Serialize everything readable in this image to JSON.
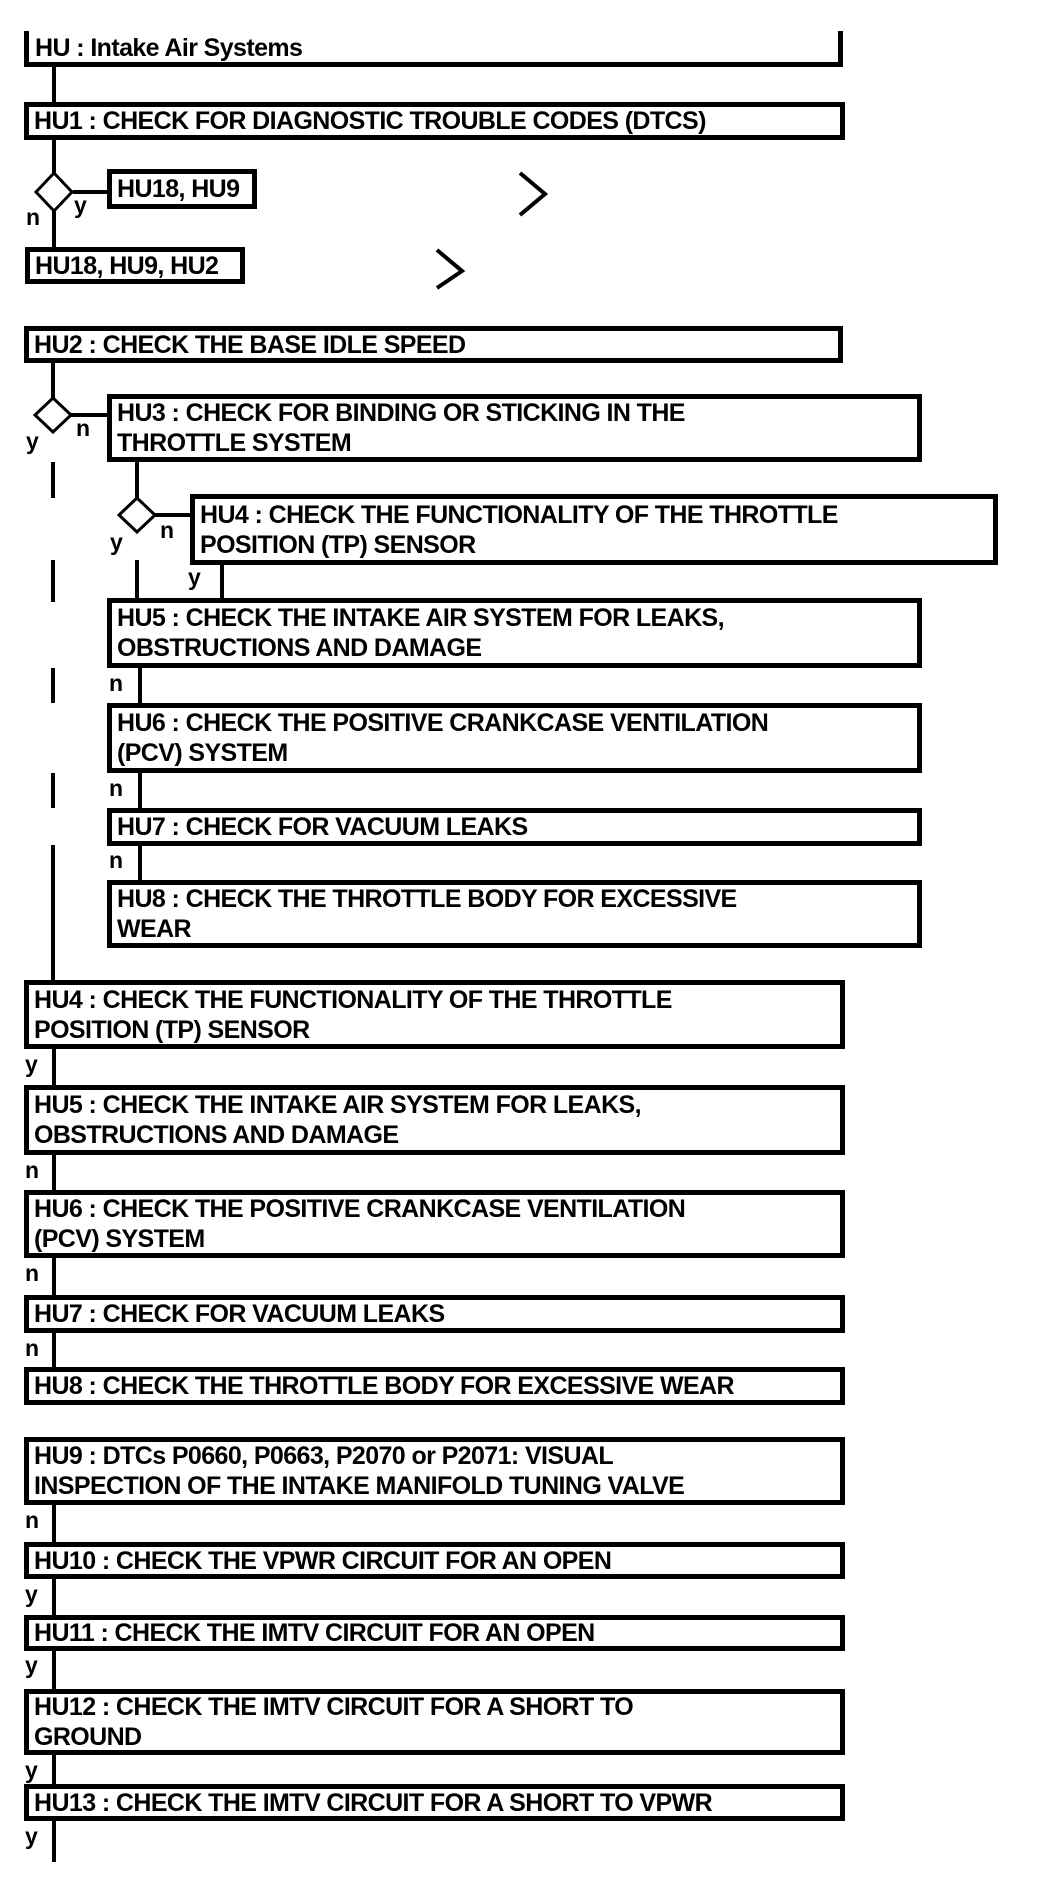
{
  "colors": {
    "ink": "#000000",
    "paper": "#ffffff"
  },
  "flowchart": {
    "title": "HU : Intake Air Systems",
    "labels": {
      "y": "y",
      "n": "n"
    },
    "nodes": {
      "hu1": [
        "HU1 : CHECK FOR DIAGNOSTIC TROUBLE CODES (DTCS)"
      ],
      "ref_yes": [
        "HU18, HU9"
      ],
      "ref_no": [
        "HU18, HU9, HU2"
      ],
      "hu2": [
        "HU2 : CHECK THE BASE IDLE SPEED"
      ],
      "hu3": [
        "HU3 : CHECK FOR BINDING OR STICKING IN THE",
        "THROTTLE SYSTEM"
      ],
      "hu4_nested": [
        "HU4 : CHECK THE FUNCTIONALITY OF THE THROTTLE",
        "POSITION (TP) SENSOR"
      ],
      "hu5_nested": [
        "HU5 : CHECK THE INTAKE AIR SYSTEM FOR LEAKS,",
        "OBSTRUCTIONS AND DAMAGE"
      ],
      "hu6_nested": [
        "HU6 : CHECK THE POSITIVE CRANKCASE VENTILATION",
        "(PCV) SYSTEM"
      ],
      "hu7_nested": [
        "HU7 : CHECK FOR VACUUM LEAKS"
      ],
      "hu8_nested": [
        "HU8 : CHECK THE THROTTLE BODY FOR EXCESSIVE",
        "WEAR"
      ],
      "hu4": [
        "HU4 : CHECK THE FUNCTIONALITY OF THE THROTTLE",
        "POSITION (TP) SENSOR"
      ],
      "hu5": [
        "HU5 : CHECK THE INTAKE AIR SYSTEM FOR LEAKS,",
        "OBSTRUCTIONS AND DAMAGE"
      ],
      "hu6": [
        "HU6 : CHECK THE POSITIVE CRANKCASE VENTILATION",
        "(PCV) SYSTEM"
      ],
      "hu7": [
        "HU7 : CHECK FOR VACUUM LEAKS"
      ],
      "hu8": [
        "HU8 : CHECK THE THROTTLE BODY FOR EXCESSIVE WEAR"
      ],
      "hu9": [
        "HU9 : DTCs P0660, P0663, P2070 or P2071: VISUAL",
        "INSPECTION OF THE INTAKE MANIFOLD TUNING VALVE"
      ],
      "hu10": [
        "HU10 : CHECK THE VPWR CIRCUIT FOR AN OPEN"
      ],
      "hu11": [
        "HU11 : CHECK THE IMTV CIRCUIT FOR AN OPEN"
      ],
      "hu12": [
        "HU12 : CHECK THE IMTV CIRCUIT FOR A SHORT TO",
        "GROUND"
      ],
      "hu13": [
        "HU13 : CHECK THE IMTV CIRCUIT FOR A SHORT TO VPWR"
      ]
    }
  }
}
